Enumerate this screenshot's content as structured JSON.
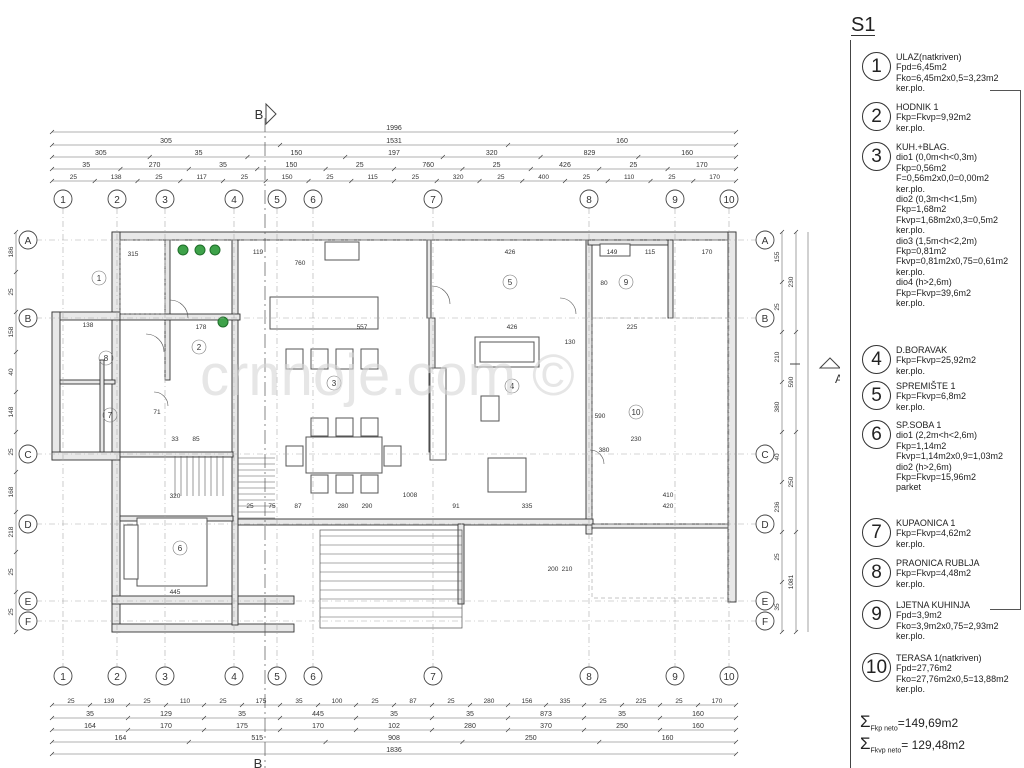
{
  "plan": {
    "axis_numbers": [
      "1",
      "2",
      "3",
      "4",
      "5",
      "6",
      "7",
      "8",
      "9",
      "10"
    ],
    "axis_letters": [
      "A",
      "B",
      "C",
      "D",
      "E",
      "F"
    ],
    "section_marks": [
      "B",
      "B",
      "A"
    ],
    "watermark": "crnnoje.com ©",
    "dims_top": {
      "row1": [
        "1996"
      ],
      "row2": [
        "305",
        "1531",
        "160"
      ],
      "row3": [
        "305",
        "35",
        "150",
        "197",
        "320",
        "829",
        "160"
      ],
      "row4": [
        "35",
        "270",
        "35",
        "150",
        "25",
        "760",
        "25",
        "426",
        "25",
        "170"
      ],
      "row5": [
        "25",
        "138",
        "25",
        "117",
        "25",
        "150",
        "25",
        "115",
        "25",
        "320",
        "25",
        "400",
        "25",
        "110",
        "25",
        "170"
      ]
    },
    "dims_bottom": {
      "row1": [
        "25",
        "139",
        "25",
        "110",
        "25",
        "175",
        "35",
        "100",
        "25",
        "87",
        "25",
        "280",
        "156",
        "335",
        "25",
        "225",
        "25",
        "170"
      ],
      "row2": [
        "35",
        "129",
        "35",
        "445",
        "35",
        "35",
        "873",
        "35",
        "160"
      ],
      "row3": [
        "164",
        "170",
        "175",
        "170",
        "102",
        "280",
        "370",
        "250",
        "160"
      ],
      "row4": [
        "164",
        "515",
        "908",
        "250",
        "160"
      ],
      "row5": [
        "1836"
      ]
    },
    "dims_left": [
      "186",
      "25",
      "158",
      "40",
      "148",
      "25",
      "168",
      "218",
      "25",
      "25"
    ],
    "dims_right": {
      "inner": [
        "155",
        "25",
        "210",
        "380",
        "40",
        "236",
        "25",
        "35"
      ],
      "outer": [
        "230",
        "590",
        "250",
        "1081"
      ]
    },
    "room_numbers": [
      "1",
      "2",
      "3",
      "4",
      "5",
      "6",
      "7",
      "8",
      "9",
      "10"
    ],
    "interior_labels": [
      "315",
      "119",
      "760",
      "426",
      "149",
      "115",
      "170",
      "178",
      "557",
      "426",
      "225",
      "138",
      "33",
      "85",
      "71",
      "320",
      "445",
      "1008",
      "335",
      "410",
      "420",
      "290",
      "91",
      "380",
      "230",
      "25",
      "75",
      "87",
      "280",
      "200",
      "210",
      "130",
      "80",
      "590"
    ]
  },
  "legend": {
    "title": "S1",
    "entries": [
      {
        "num": "1",
        "lines": [
          "ULAZ(natkriven)",
          "Fpd=6,45m2",
          "Fko=6,45m2x0,5=3,23m2",
          "ker.plo."
        ]
      },
      {
        "num": "2",
        "lines": [
          "HODNIK 1",
          "Fkp=Fkvp=9,92m2",
          "ker.plo."
        ]
      },
      {
        "num": "3",
        "lines": [
          "KUH.+BLAG.",
          "dio1 (0,0m<h<0,3m)",
          "Fkp=0,56m2",
          "F=0,56m2x0,0=0,00m2",
          "ker.plo.",
          "dio2 (0,3m<h<1,5m)",
          "Fkp=1,68m2",
          "Fkvp=1,68m2x0,3=0,5m2",
          "ker.plo.",
          "dio3 (1,5m<h<2,2m)",
          "Fkp=0,81m2",
          "Fkvp=0,81m2x0,75=0,61m2",
          "ker.plo.",
          "dio4 (h>2,6m)",
          "Fkp=Fkvp=39,6m2",
          "ker.plo."
        ]
      },
      {
        "num": "4",
        "lines": [
          "D.BORAVAK",
          "Fkp=Fkvp=25,92m2",
          "ker.plo."
        ]
      },
      {
        "num": "5",
        "lines": [
          "SPREMIŠTE 1",
          "Fkp=Fkvp=6,8m2",
          "ker.plo."
        ]
      },
      {
        "num": "6",
        "lines": [
          "SP.SOBA 1",
          "dio1 (2,2m<h<2,6m)",
          "Fkp=1,14m2",
          "Fkvp=1,14m2x0,9=1,03m2",
          "dio2 (h>2,6m)",
          "Fkp=Fkvp=15,96m2",
          "parket"
        ]
      },
      {
        "num": "7",
        "lines": [
          "KUPAONICA 1",
          "Fkp=Fkvp=4,62m2",
          "ker.plo."
        ]
      },
      {
        "num": "8",
        "lines": [
          "PRAONICA RUBLJA",
          "Fkp=Fkvp=4,48m2",
          "ker.plo."
        ]
      },
      {
        "num": "9",
        "lines": [
          "LJETNA KUHINJA",
          "Fpd=3,9m2",
          "Fko=3,9m2x0,75=2,93m2",
          "ker.plo."
        ]
      },
      {
        "num": "10",
        "lines": [
          "TERASA 1(natkriven)",
          "Fpd=27,76m2",
          "Fko=27,76m2x0,5=13,88m2",
          "ker.plo."
        ]
      }
    ],
    "totals": [
      {
        "sym": "Σ",
        "label": "Fkp neto",
        "value": "=149,69m2"
      },
      {
        "sym": "Σ",
        "label": "Fkvp neto",
        "value": "= 129,48m2"
      }
    ]
  }
}
